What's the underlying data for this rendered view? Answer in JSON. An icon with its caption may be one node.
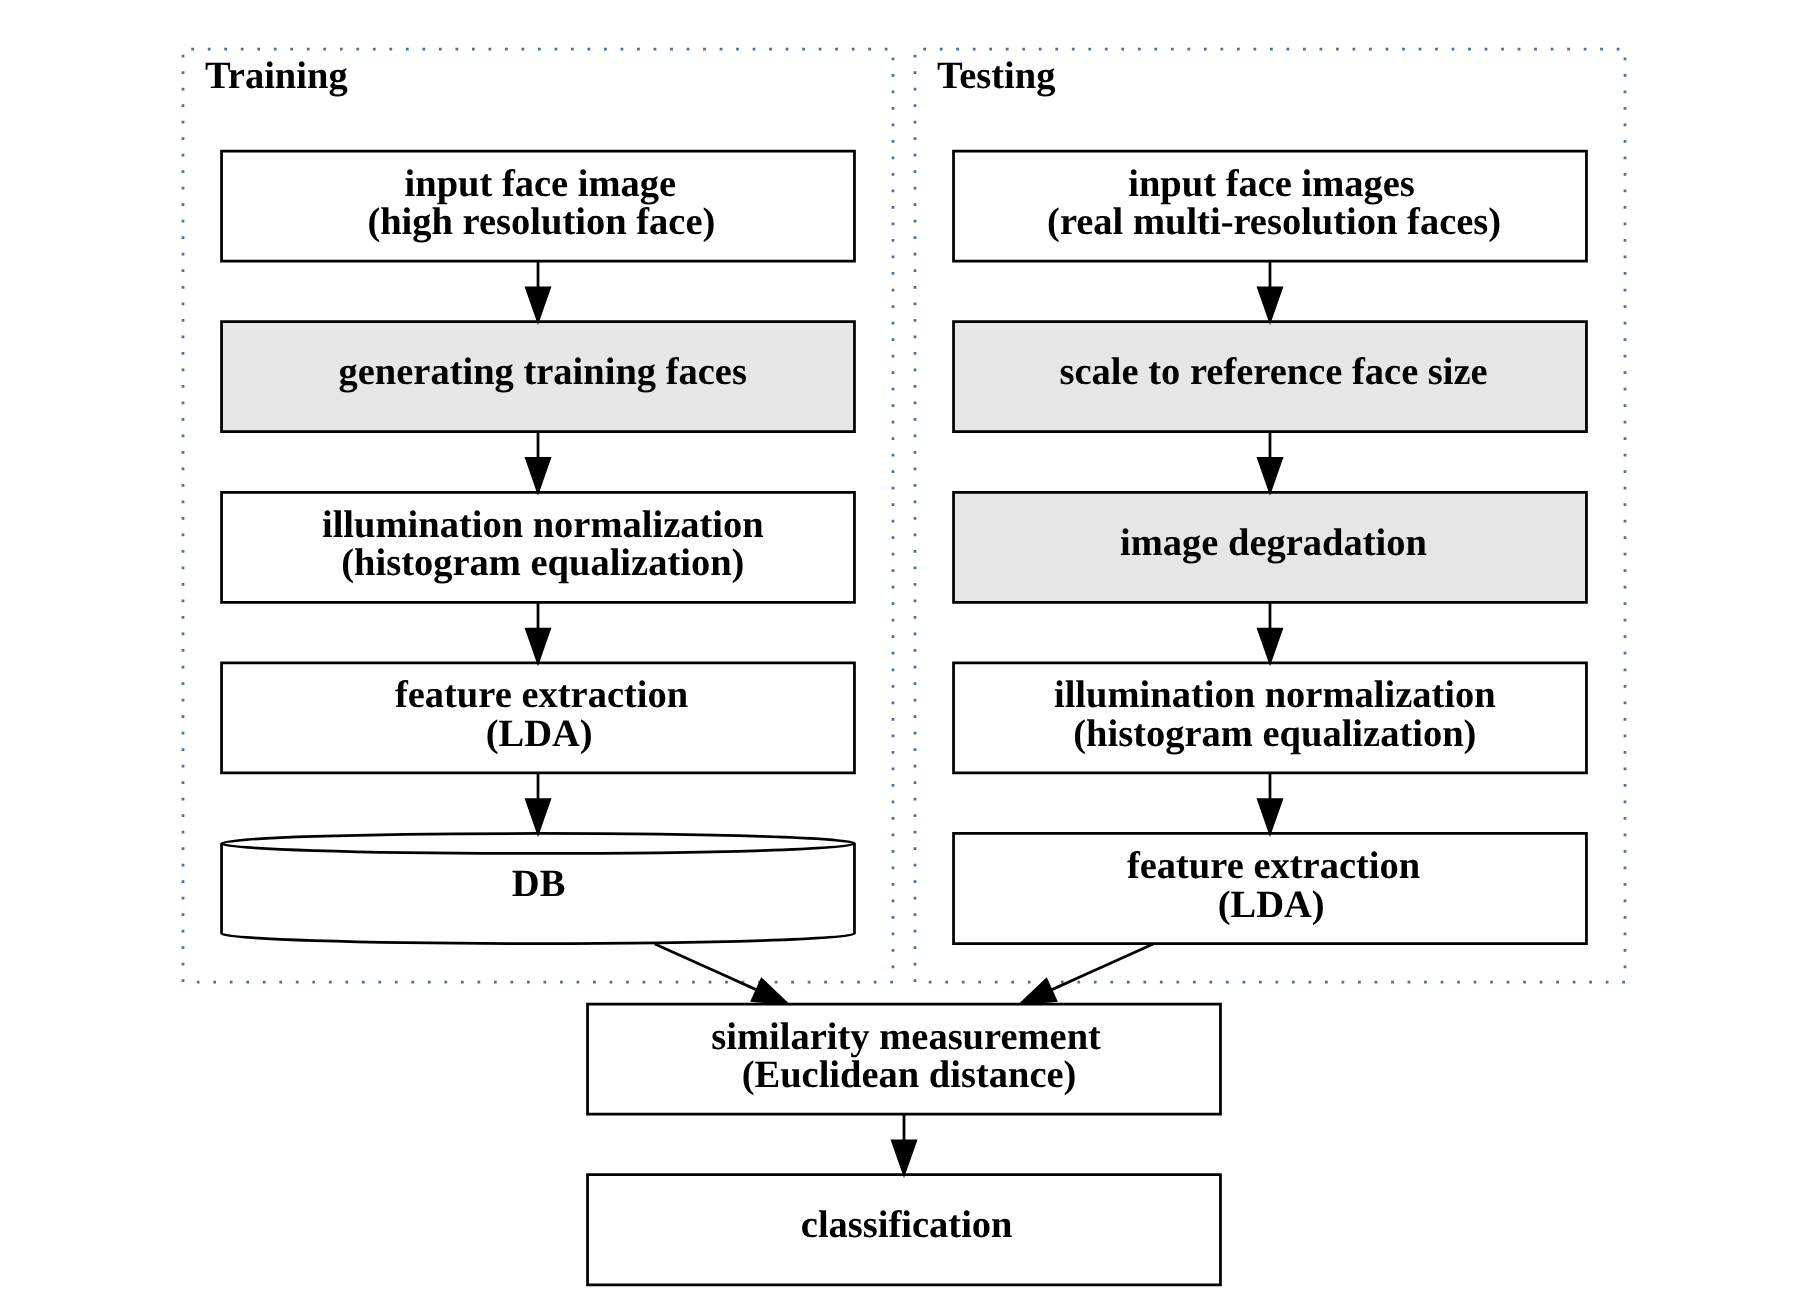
{
  "diagram": {
    "nodes": [
      {
        "text": [
          "Training"
        ]
      },
      {
        "text": [
          "input face image",
          "(high resolution face)"
        ],
        "in": 0
      },
      {
        "text": [
          "generating training faces"
        ],
        "in": 0
      },
      {
        "text": [
          "illumination normalization",
          "(histogram equalization)"
        ],
        "in": 0
      },
      {
        "text": [
          "feature extraction",
          "(LDA)"
        ],
        "in": 0
      },
      {
        "text": [
          "DB"
        ],
        "in": 0
      },
      {
        "text": [
          "Testing"
        ]
      },
      {
        "text": [
          "input face images",
          "(real multi-resolution faces)"
        ],
        "in": 6
      },
      {
        "text": [
          "scale to reference face size"
        ],
        "in": 6
      },
      {
        "text": [
          "image degradation"
        ],
        "in": 6
      },
      {
        "text": [
          "illumination normalization",
          "(histogram equalization)"
        ],
        "in": 6
      },
      {
        "text": [
          "feature extraction",
          "(LDA)"
        ],
        "in": 6
      },
      {
        "text": [
          "similarity measurement",
          "(Euclidean distance)"
        ]
      },
      {
        "text": [
          "classification"
        ]
      }
    ],
    "edges": [
      {
        "from": 1,
        "to": 2,
        "arrow": "to"
      },
      {
        "from": 2,
        "to": 3,
        "arrow": "to"
      },
      {
        "from": 3,
        "to": 4,
        "arrow": "to"
      },
      {
        "from": 4,
        "to": 5,
        "arrow": "to"
      },
      {
        "from": 7,
        "to": 8,
        "arrow": "to"
      },
      {
        "from": 8,
        "to": 9,
        "arrow": "to"
      },
      {
        "from": 9,
        "to": 10,
        "arrow": "to"
      },
      {
        "from": 10,
        "to": 11,
        "arrow": "to"
      },
      {
        "from": 5,
        "to": 12,
        "arrow": "to"
      },
      {
        "from": 11,
        "to": 12,
        "arrow": "to"
      },
      {
        "from": 12,
        "to": 13,
        "arrow": "to"
      }
    ]
  }
}
